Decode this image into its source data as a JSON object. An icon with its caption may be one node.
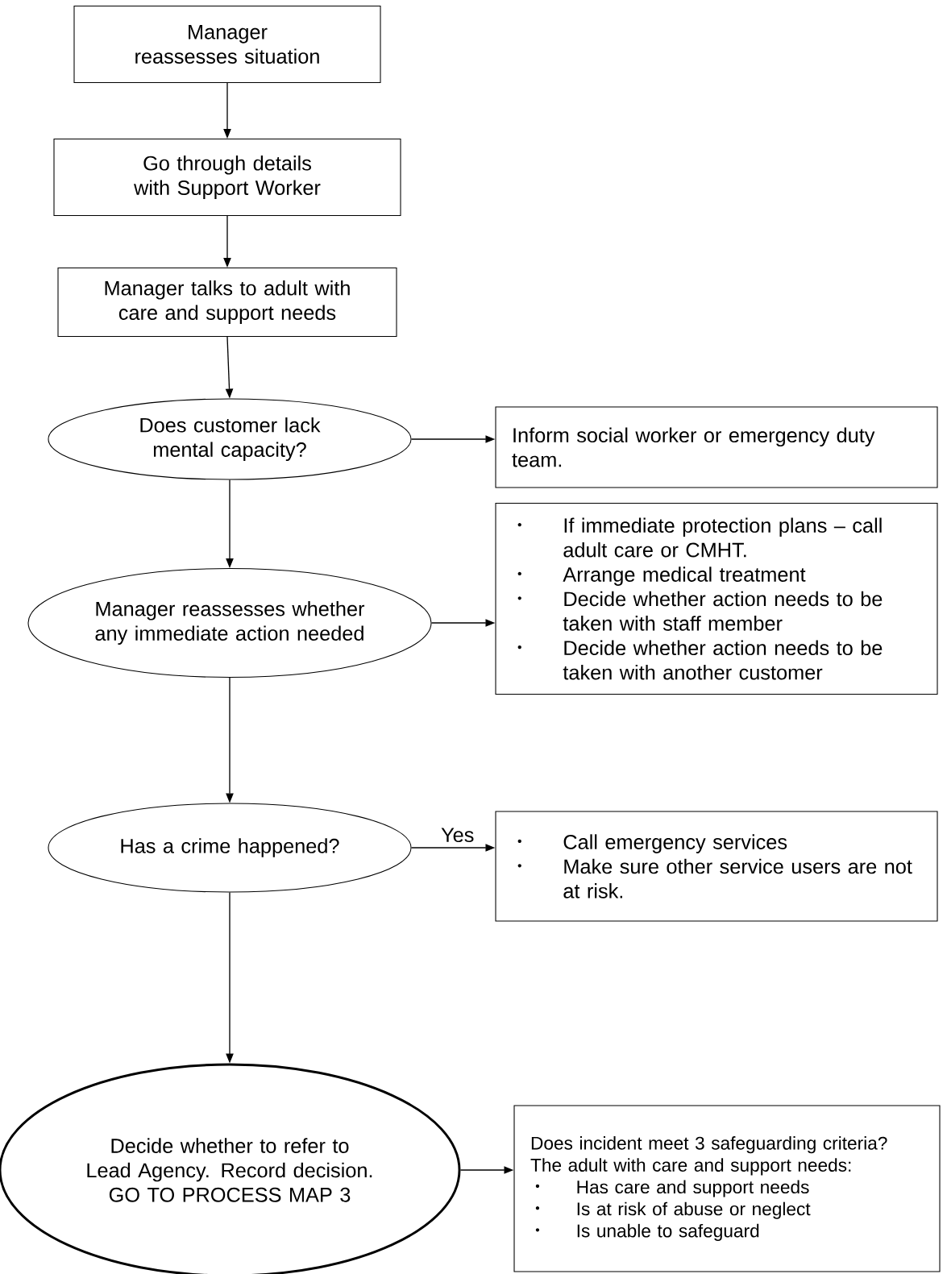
{
  "diagram": {
    "nodes": [
      {
        "text": [
          "Manager reassesses situation"
        ]
      },
      {
        "text": [
          "Go through details with Support Worker"
        ]
      },
      {
        "text": [
          "Manager talks to adult with care and support needs"
        ]
      },
      {
        "text": [
          "Does customer lack mental capacity?"
        ]
      },
      {
        "text": [
          "Inform social worker or emergency duty team."
        ]
      },
      {
        "text": [
          "Manager reassesses whether any immediate action needed"
        ]
      },
      {
        "text": [
          "If immediate protection plans – call adult care or CMHT.",
          "Arrange medical treatment",
          "Decide whether action needs to be taken with staff member",
          "Decide whether action needs to be taken with another customer"
        ]
      },
      {
        "text": [
          "Has a crime happened?"
        ]
      },
      {
        "text": [
          "Call emergency services",
          "Make sure other service users are not at risk."
        ]
      },
      {
        "text": [
          "Decide whether to refer to Lead Agency. Record decision.",
          "GO TO PROCESS MAP 3"
        ]
      },
      {
        "text": [
          "Does incident meet 3 safeguarding criteria?",
          "The adult with care and support needs:",
          "Has care and support needs",
          "Is at risk of abuse or neglect",
          "Is unable to safeguard"
        ]
      }
    ],
    "edges": [
      {
        "from": 0,
        "to": 1,
        "arrow": "to"
      },
      {
        "from": 1,
        "to": 2,
        "arrow": "to"
      },
      {
        "from": 2,
        "to": 3,
        "arrow": "to"
      },
      {
        "from": 3,
        "to": 4,
        "arrow": "to"
      },
      {
        "from": 3,
        "to": 5,
        "arrow": "to"
      },
      {
        "from": 5,
        "to": 6,
        "arrow": "to"
      },
      {
        "from": 5,
        "to": 7,
        "arrow": "to"
      },
      {
        "from": 7,
        "to": 8,
        "arrow": "to",
        "label": "Yes"
      },
      {
        "from": 7,
        "to": 9,
        "arrow": "to"
      },
      {
        "from": 9,
        "to": 10,
        "arrow": "to"
      }
    ]
  }
}
